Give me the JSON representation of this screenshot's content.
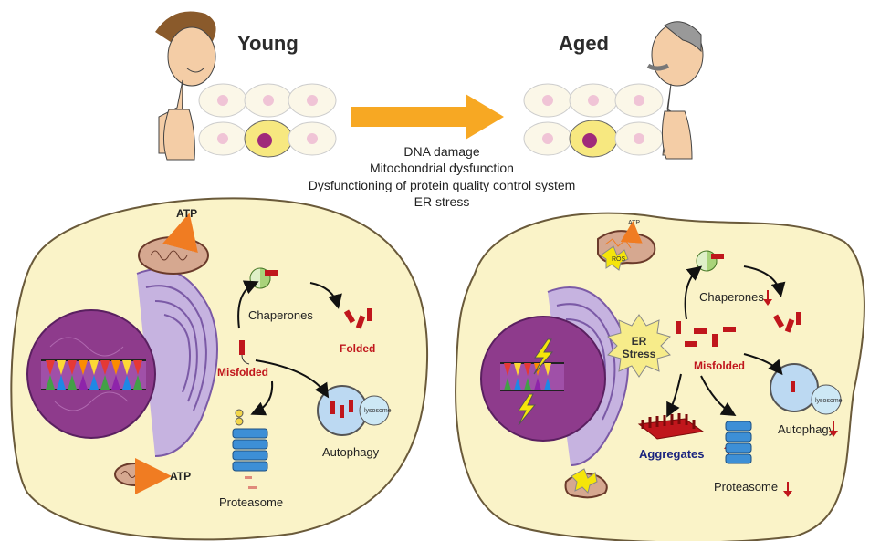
{
  "header": {
    "young_label": "Young",
    "aged_label": "Aged"
  },
  "causes": [
    "DNA damage",
    "Mitochondrial dysfunction",
    "Dysfunctioning of protein quality control system",
    "ER stress"
  ],
  "young_cell": {
    "atp_top": "ATP",
    "atp_bottom": "ATP",
    "chaperones": "Chaperones",
    "folded": "Folded",
    "misfolded": "Misfolded",
    "autophagy": "Autophagy",
    "lysosome": "lysosome",
    "proteasome": "Proteasome"
  },
  "aged_cell": {
    "atp": "ATP",
    "ros": "ROS",
    "er_stress_line1": "ER",
    "er_stress_line2": "Stress",
    "chaperones": "Chaperones",
    "misfolded": "Misfolded",
    "autophagy": "Autophagy",
    "lysosome": "lysosome",
    "aggregates": "Aggregates",
    "proteasome": "Proteasome"
  },
  "colors": {
    "cell_fill": "#faf3c8",
    "nucleus": "#8e3b8c",
    "er": "#a88fc9",
    "arrow_orange": "#f7a823",
    "protein_red": "#c0161c",
    "lysosome_blue": "#bcd9f2",
    "proteasome_blue": "#3d8fd6",
    "down_arrow": "#c0161c"
  }
}
